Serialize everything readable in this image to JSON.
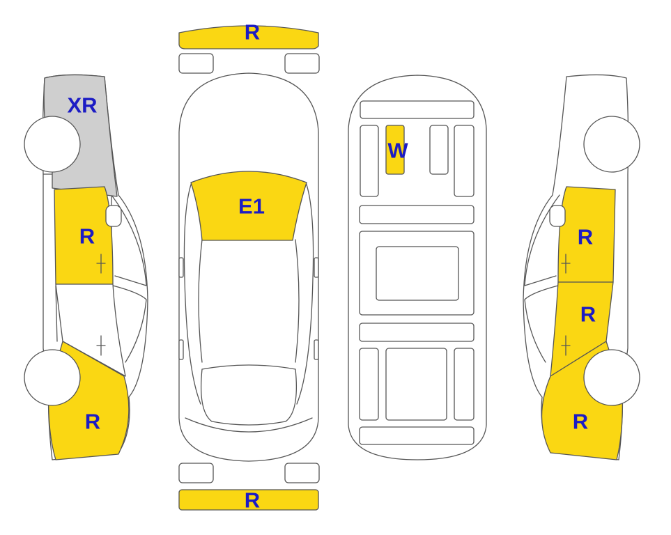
{
  "colors": {
    "repaired": "#fad713",
    "replaced": "#cfcfcf",
    "label": "#1c1cc4",
    "outline": "#555555"
  },
  "panels": {
    "front_bumper": "R",
    "rear_bumper": "R",
    "hood": "E1",
    "roof": "W",
    "left_front_fender": "XR",
    "left_front_door": "R",
    "left_rear_quarter": "R",
    "right_front_door": "R",
    "right_rear_door": "R",
    "right_rear_quarter": "R"
  }
}
